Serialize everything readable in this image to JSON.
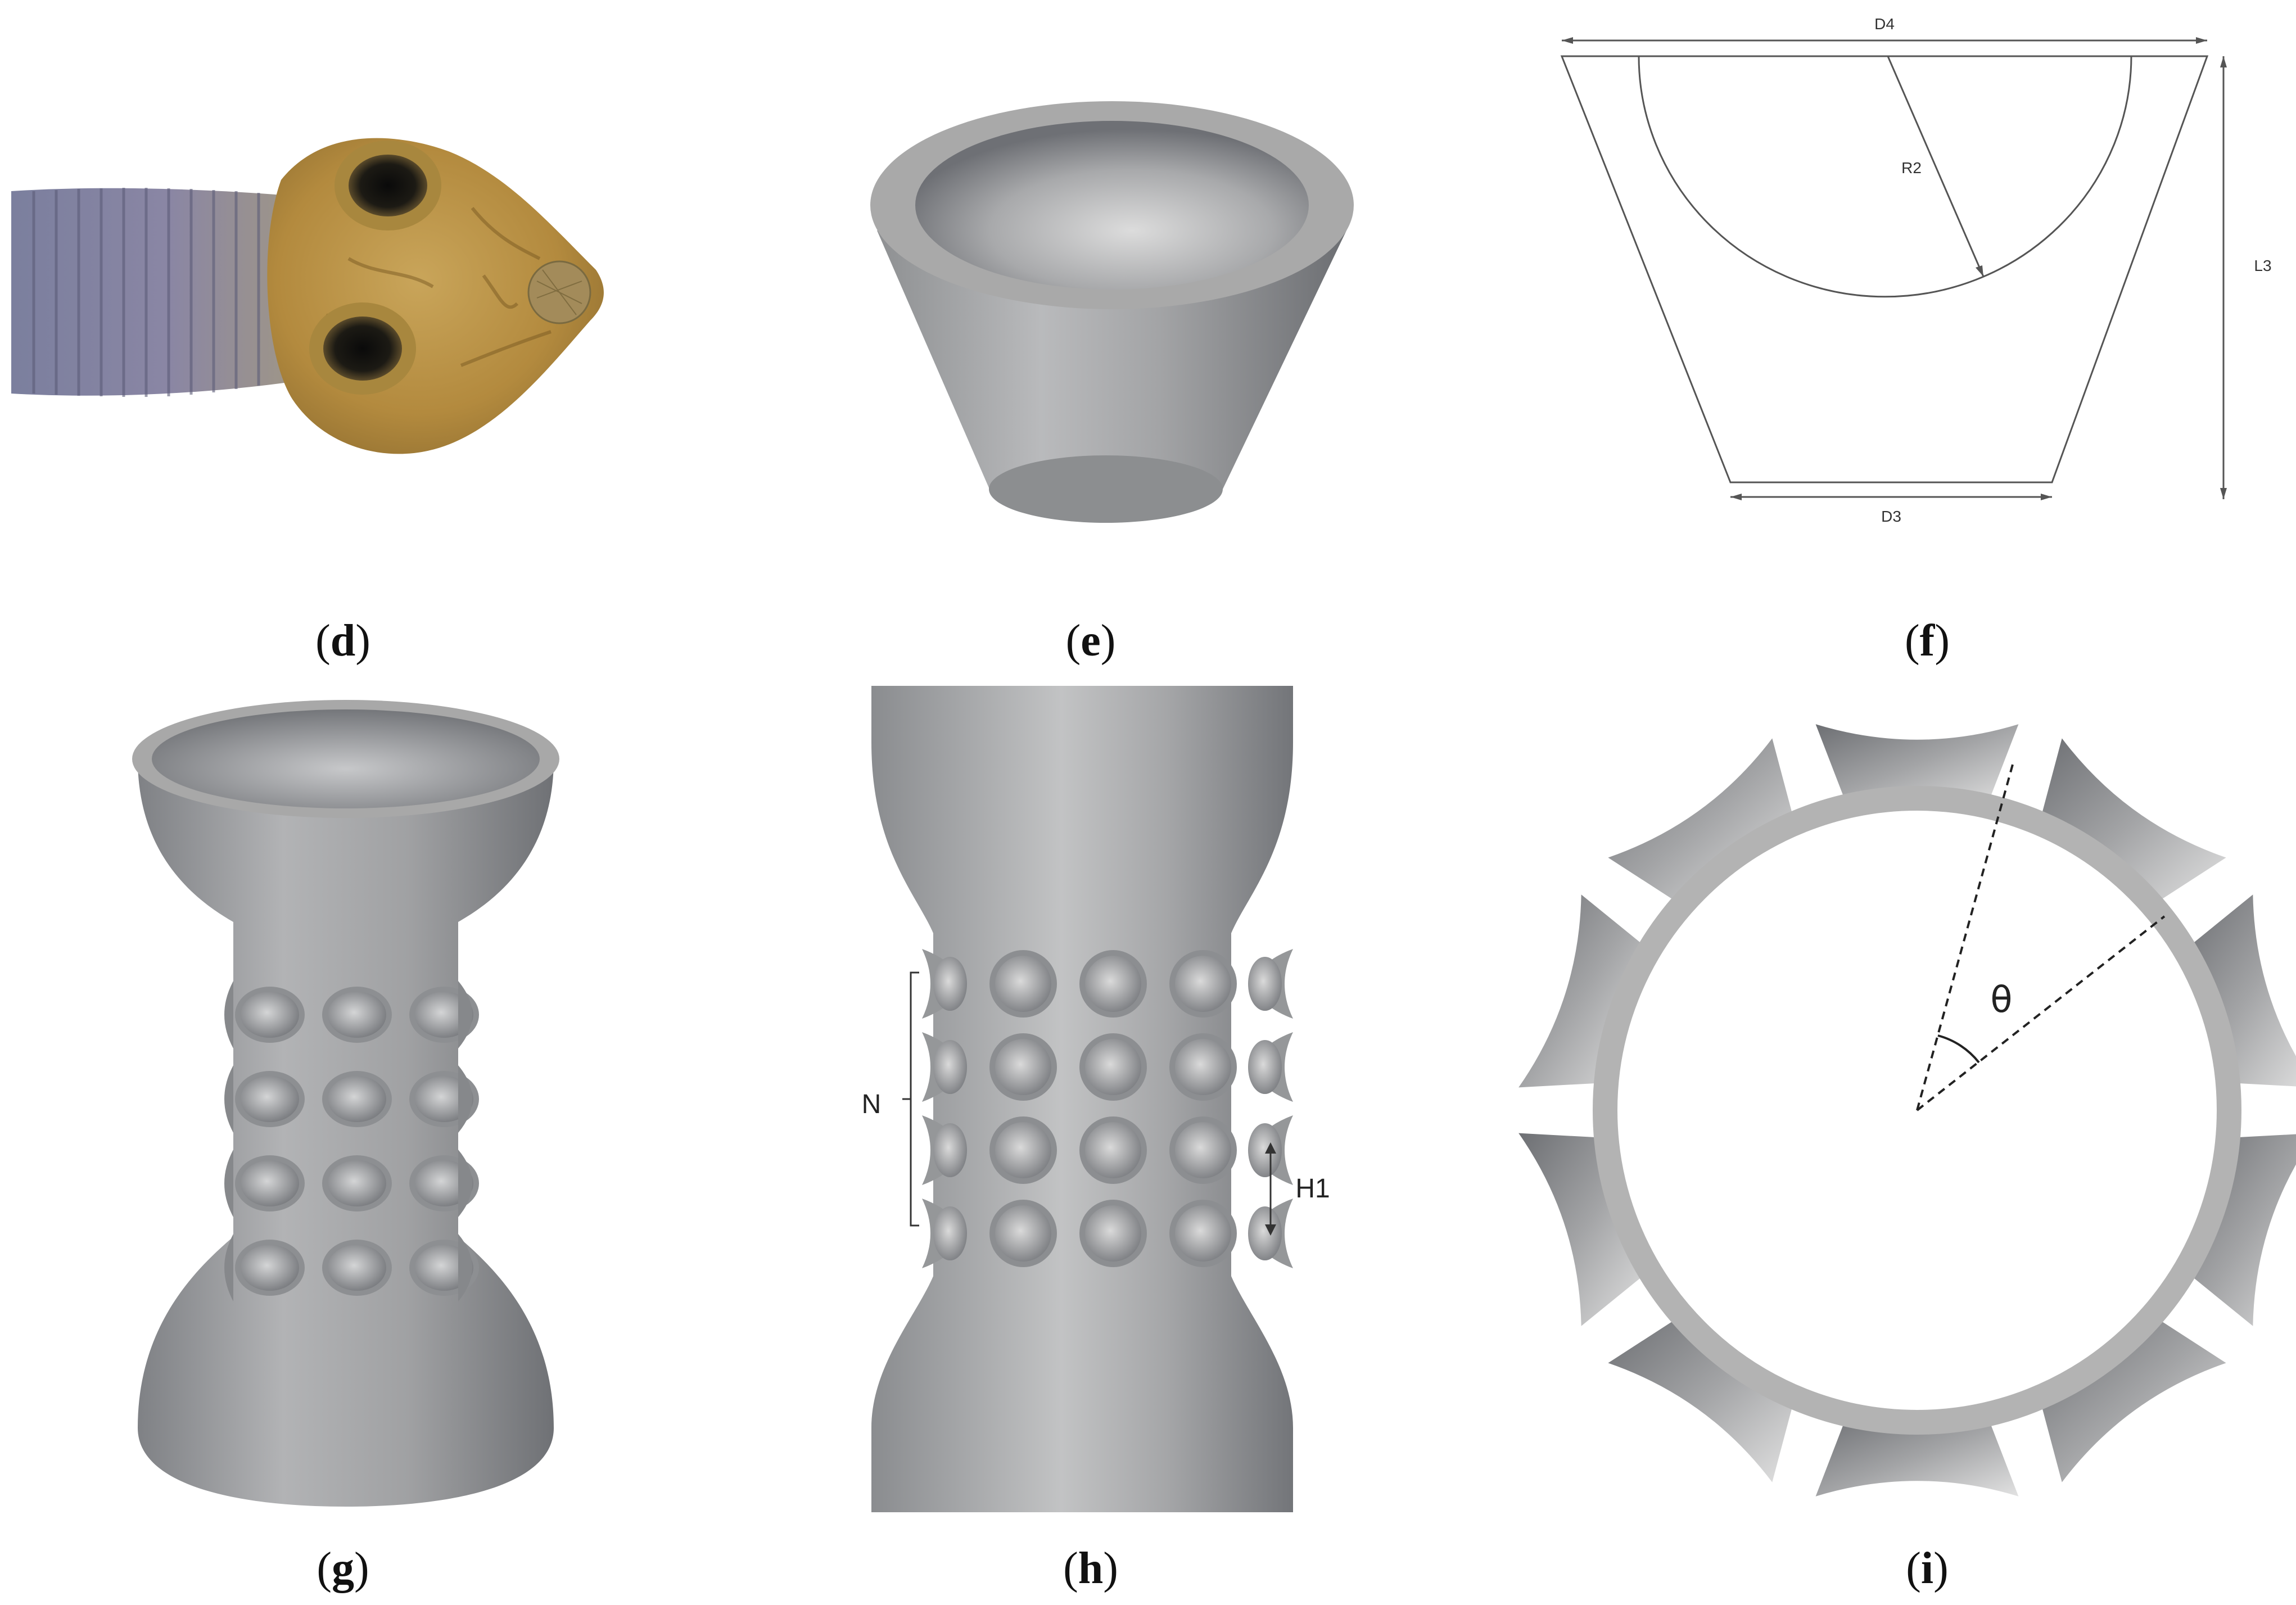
{
  "captions": {
    "d": "d",
    "e": "e",
    "f": "f",
    "g": "g",
    "h": "h",
    "i": "i"
  },
  "labels": {
    "f_D4": "D4",
    "f_R2": "R2",
    "f_L3": "L3",
    "f_D3": "D3",
    "h_N": "N",
    "h_H1": "H1",
    "i_theta": "θ"
  },
  "colors": {
    "background": "#ffffff",
    "model_gray": "#9a9c9e",
    "rim_gray": "#b0b0b0",
    "scolex_tan": "#b08a3c",
    "body_purple": "#6e6e8e",
    "line_dark": "#444444"
  }
}
